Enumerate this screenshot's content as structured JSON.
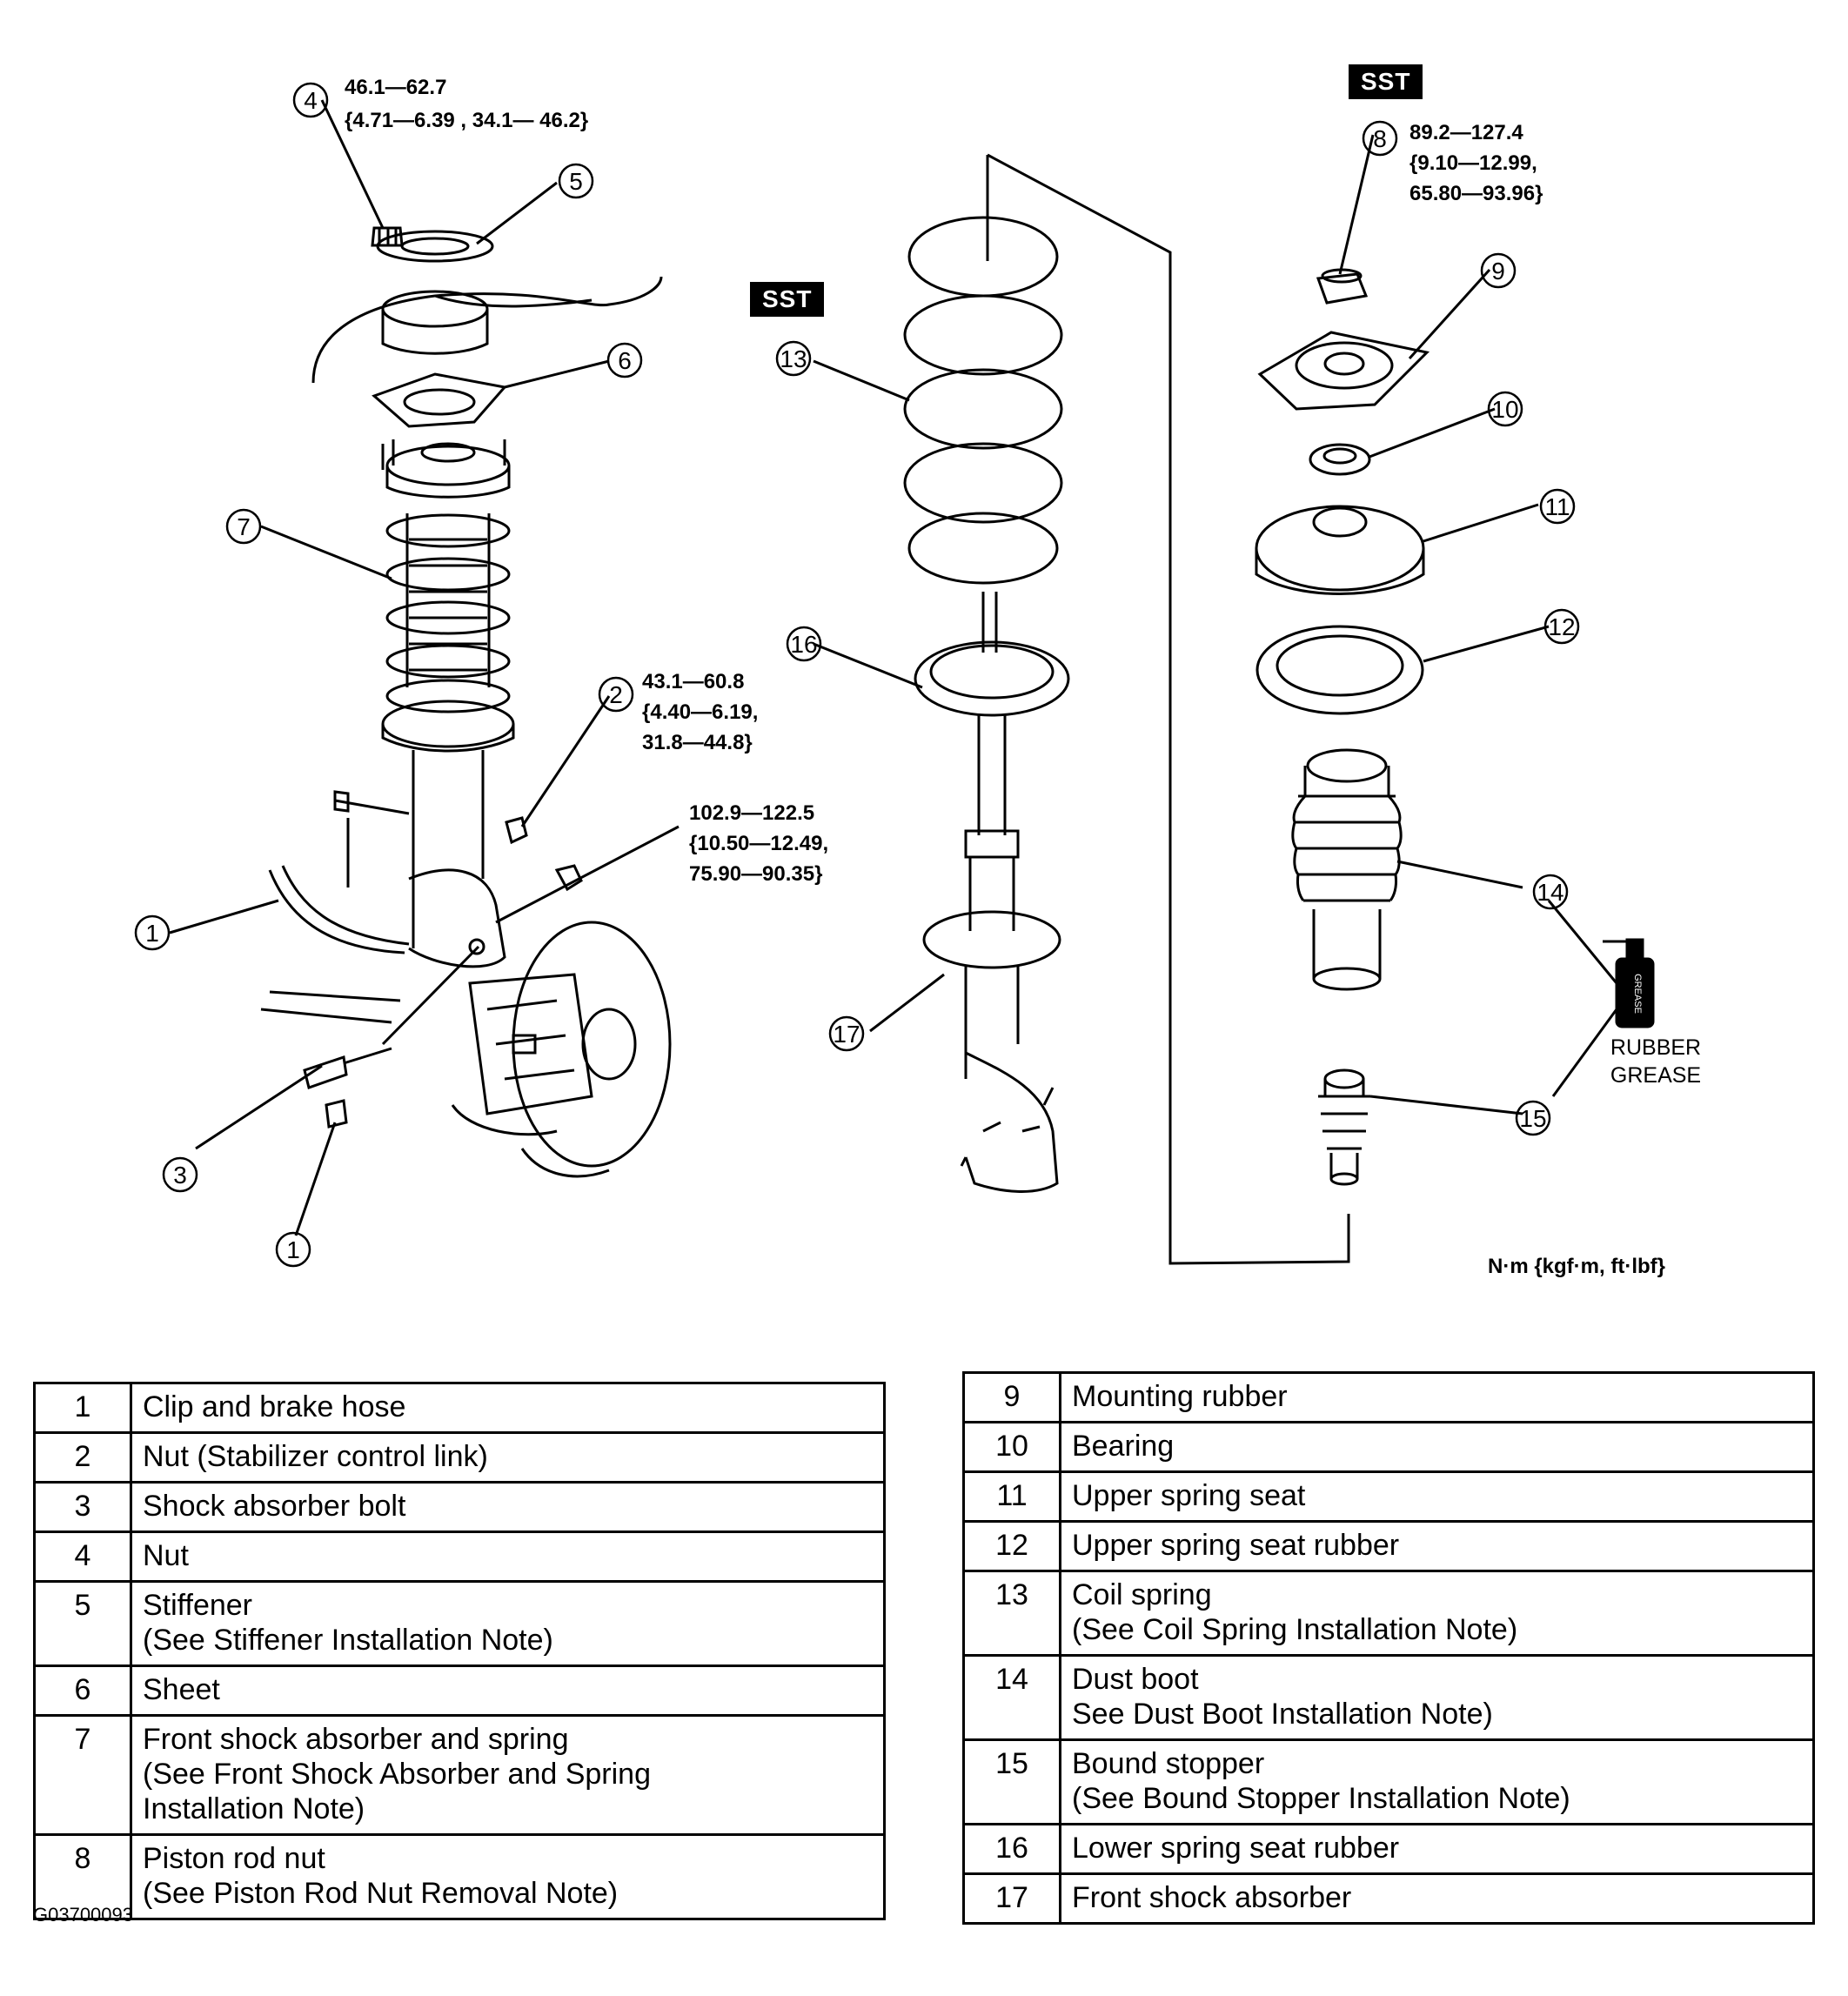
{
  "diagram": {
    "callouts": [
      "1",
      "2",
      "3",
      "4",
      "5",
      "6",
      "7",
      "8",
      "9",
      "10",
      "11",
      "12",
      "13",
      "14",
      "15",
      "16",
      "17"
    ],
    "torque_specs": {
      "nut_4": [
        "46.1—62.7",
        "{4.71—6.39 , 34.1— 46.2}"
      ],
      "nut_2": [
        "43.1—60.8",
        "{4.40—6.19,",
        "31.8—44.8}"
      ],
      "bolt_3": [
        "102.9—122.5",
        "{10.50—12.49,",
        "75.90—90.35}"
      ],
      "nut_8": [
        "89.2—127.4",
        "{9.10—12.99,",
        "65.80—93.96}"
      ]
    },
    "sst_label": "SST",
    "grease_label_line1": "RUBBER",
    "grease_label_line2": "GREASE",
    "grease_can_text": "GREASE",
    "units_label": "N·m {kgf·m, ft·lbf}"
  },
  "legend_left": [
    {
      "num": "1",
      "desc": "Clip and brake hose"
    },
    {
      "num": "2",
      "desc": "Nut (Stabilizer control link)"
    },
    {
      "num": "3",
      "desc": "Shock absorber bolt"
    },
    {
      "num": "4",
      "desc": "Nut"
    },
    {
      "num": "5",
      "desc": "Stiffener\n(See Stiffener Installation Note)"
    },
    {
      "num": "6",
      "desc": "Sheet"
    },
    {
      "num": "7",
      "desc": "Front shock absorber and spring\n(See Front Shock Absorber and Spring\nInstallation Note)"
    },
    {
      "num": "8",
      "desc": "Piston rod nut\n(See Piston Rod Nut Removal Note)"
    }
  ],
  "legend_right": [
    {
      "num": "9",
      "desc": "Mounting rubber"
    },
    {
      "num": "10",
      "desc": "Bearing"
    },
    {
      "num": "11",
      "desc": "Upper spring seat"
    },
    {
      "num": "12",
      "desc": "Upper spring seat rubber"
    },
    {
      "num": "13",
      "desc": "Coil spring\n(See Coil Spring Installation Note)"
    },
    {
      "num": "14",
      "desc": "Dust boot\nSee   Dust Boot Installation Note)"
    },
    {
      "num": "15",
      "desc": "Bound stopper\n(See Bound Stopper Installation Note)"
    },
    {
      "num": "16",
      "desc": "Lower spring seat rubber"
    },
    {
      "num": "17",
      "desc": "Front shock absorber"
    }
  ],
  "figure_id": "G03700093"
}
